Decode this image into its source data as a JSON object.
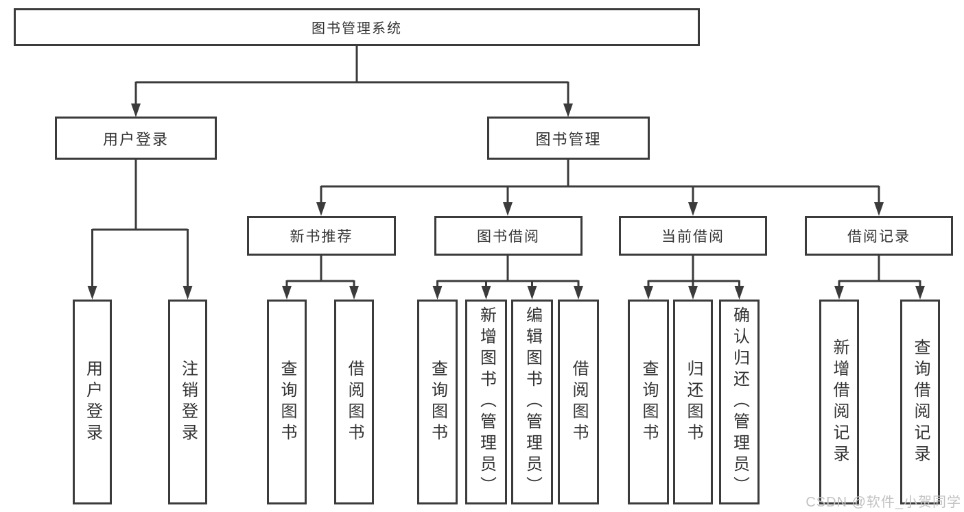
{
  "tree": {
    "root": "图书管理系统",
    "children": [
      {
        "label": "用户登录",
        "children": [
          "用户登录",
          "注销登录"
        ]
      },
      {
        "label": "图书管理",
        "children": [
          {
            "label": "新书推荐",
            "children": [
              "查询图书",
              "借阅图书"
            ]
          },
          {
            "label": "图书借阅",
            "children": [
              "查询图书",
              "新增图书（管理员）",
              "编辑图书（管理员）",
              "借阅图书"
            ]
          },
          {
            "label": "当前借阅",
            "children": [
              "查询图书",
              "归还图书",
              "确认归还（管理员）"
            ]
          },
          {
            "label": "借阅记录",
            "children": [
              "新增借阅记录",
              "查询借阅记录"
            ]
          }
        ]
      }
    ]
  },
  "colors": {
    "line": "#3b3b3b",
    "text": "#333333",
    "watermark": "#c2c2c2"
  },
  "watermark": {
    "text": "CSDN @软件_小贺同学"
  }
}
